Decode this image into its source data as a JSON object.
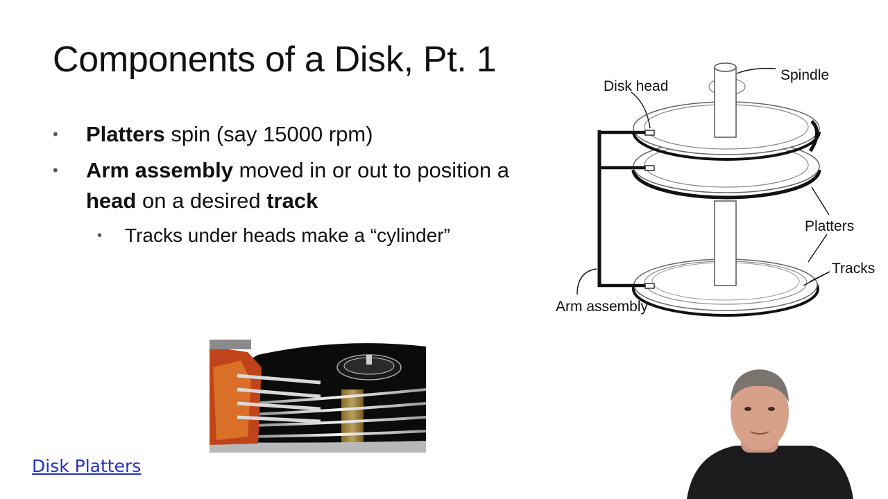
{
  "slide": {
    "title": "Components of a Disk, Pt. 1",
    "bullets": [
      {
        "parts": [
          "Platters",
          " spin (say 15000 rpm)"
        ]
      },
      {
        "parts": [
          "Arm assembly",
          " moved in or out to position a ",
          "head",
          " on a desired ",
          "track"
        ]
      }
    ],
    "sub_bullets": [
      "Tracks under heads make a “cylinder”"
    ]
  },
  "diagram": {
    "labels": {
      "spindle": "Spindle",
      "disk_head": "Disk head",
      "platters": "Platters",
      "tracks": "Tracks",
      "arm_assembly": "Arm assembly"
    }
  },
  "link": {
    "text": "Disk Platters"
  },
  "colors": {
    "link": "#2430c8",
    "background": "#ffffff"
  }
}
